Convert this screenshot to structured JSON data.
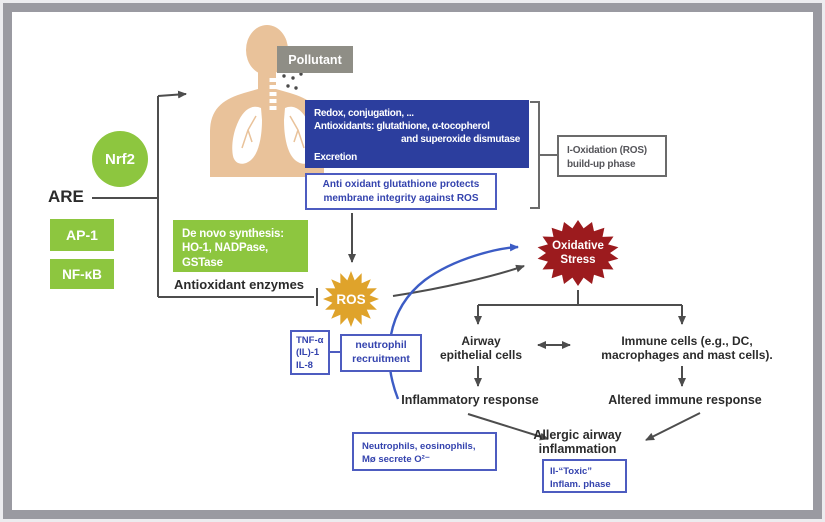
{
  "colors": {
    "green": "#8dc63f",
    "dark_blue": "#2c3e9e",
    "blue_accent": "#3443ae",
    "gold": "#dfa32b",
    "dark_red": "#9c1b1e",
    "gray_box": "#8f8e86",
    "arrow_gray": "#4d4d4d",
    "blue_arrow": "#3c5cc5",
    "skin": "#e9c29a"
  },
  "nodes": {
    "nrf2": "Nrf2",
    "are": "ARE",
    "ap1": "AP-1",
    "nfkb": "NF-κB",
    "pollutant": "Pollutant",
    "detox_box": {
      "line1": "Redox, conjugation, ...",
      "line2": "Antioxidants: glutathione, α-tocopherol",
      "line3": "and superoxide dismutase",
      "line4": "Excretion"
    },
    "glutathione_box": {
      "line1": "Anti oxidant glutathione protects",
      "line2": "membrane integrity against ROS"
    },
    "phase1_box": {
      "line1": "I-Oxidation (ROS)",
      "line2": "build-up phase"
    },
    "denovo_box": {
      "line1": "De novo synthesis:",
      "line2": "HO-1, NADPase,",
      "line3": "GSTase"
    },
    "antioxidant_enzymes": "Antioxidant enzymes",
    "ros": "ROS",
    "oxidative_stress": {
      "line1": "Oxidative",
      "line2": "Stress"
    },
    "cytokine_box": {
      "line1": "TNF-α",
      "line2": "(IL)-1",
      "line3": "IL-8"
    },
    "neutrophil_box": {
      "line1": "neutrophil",
      "line2": "recruitment"
    },
    "airway_cells": {
      "line1": "Airway",
      "line2": "epithelial cells"
    },
    "immune_cells": {
      "line1": "Immune cells (e.g., DC,",
      "line2": "macrophages and mast cells)."
    },
    "inflammatory_response": "Inflammatory response",
    "altered_immune_response": "Altered immune response",
    "allergic_inflammation": {
      "line1": "Allergic airway",
      "line2": "inflammation"
    },
    "effector_box": {
      "line1": "Neutrophils, eosinophils,",
      "line2": "Mø secrete O²⁻"
    },
    "phase2_box": {
      "line1": "II-“Toxic”",
      "line2": "Inflam. phase"
    }
  }
}
